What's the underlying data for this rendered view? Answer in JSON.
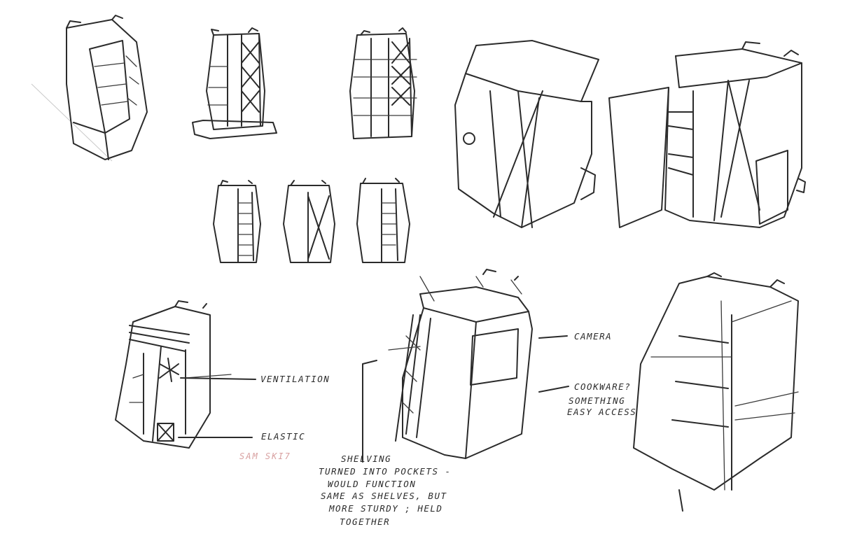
{
  "annotations": {
    "ventilation": "VENTILATION",
    "elastic": "ELASTIC",
    "camera": "CAMERA",
    "cookware_1": "COOKWARE?",
    "cookware_2": "SOMETHING",
    "cookware_3": "EASY ACCESS",
    "shelving_1": "SHELVING",
    "shelving_2": "TURNED INTO POCKETS -",
    "shelving_3": "WOULD FUNCTION",
    "shelving_4": "SAME AS SHELVES, BUT",
    "shelving_5": "MORE STURDY ; HELD",
    "shelving_6": "TOGETHER",
    "signature": "SAM SKI7"
  },
  "colors": {
    "ink": "#2b2b2b",
    "paper": "#ffffff",
    "signature": "#d8a0a0"
  }
}
